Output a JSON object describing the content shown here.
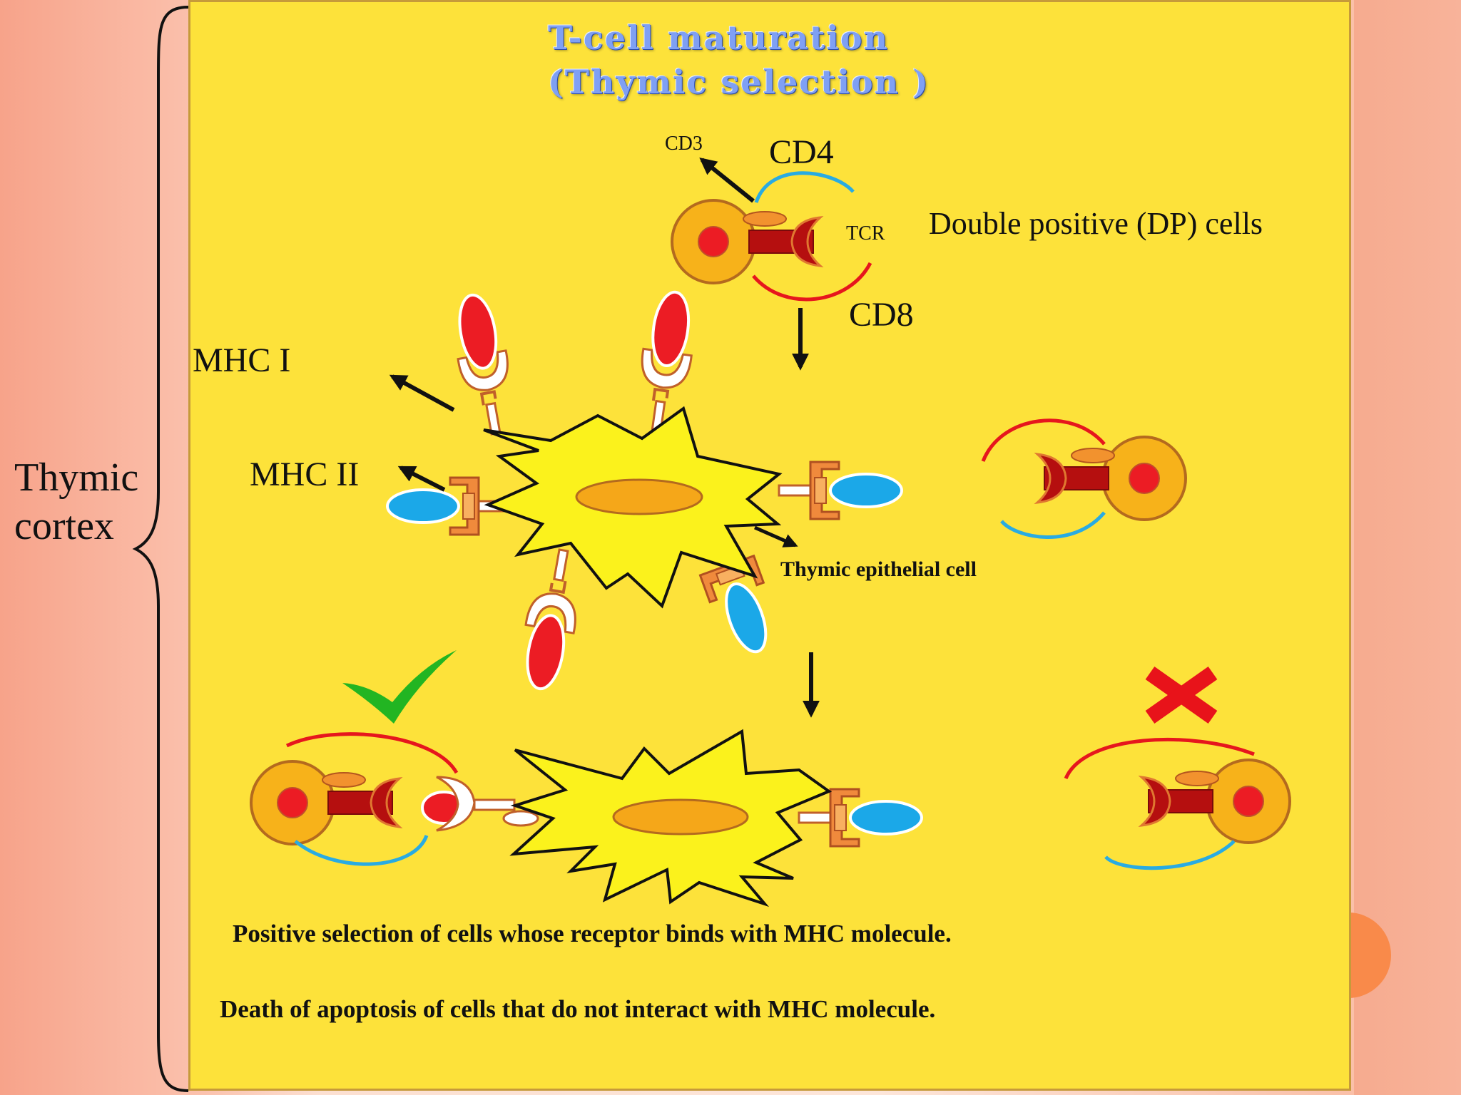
{
  "title_line1": "T-cell maturation",
  "title_line2": "(Thymic selection )",
  "labels": {
    "cd3": "CD3",
    "cd4": "CD4",
    "tcr": "TCR",
    "cd8": "CD8",
    "double_positive": "Double positive (DP) cells",
    "mhc1": "MHC I",
    "mhc2": "MHC II",
    "epithelial": "Thymic epithelial cell",
    "thymic": "Thymic",
    "cortex": "cortex"
  },
  "statements": {
    "positive": "Positive selection of cells whose receptor binds with MHC molecule.",
    "death": "Death of apoptosis of cells that do not interact with MHC  molecule."
  },
  "colors": {
    "panel": "#fde23a",
    "cell_outer": "#f7b21a",
    "nucleus": "#ec1c24",
    "tcr": "#b50f0f",
    "cd4_line": "#29abe2",
    "cd8_line": "#e6161d",
    "star": "#fbf21c",
    "check": "#22b522",
    "cross": "#e8131a"
  },
  "icons": [
    "check-icon",
    "cross-icon",
    "arrow-icon"
  ]
}
